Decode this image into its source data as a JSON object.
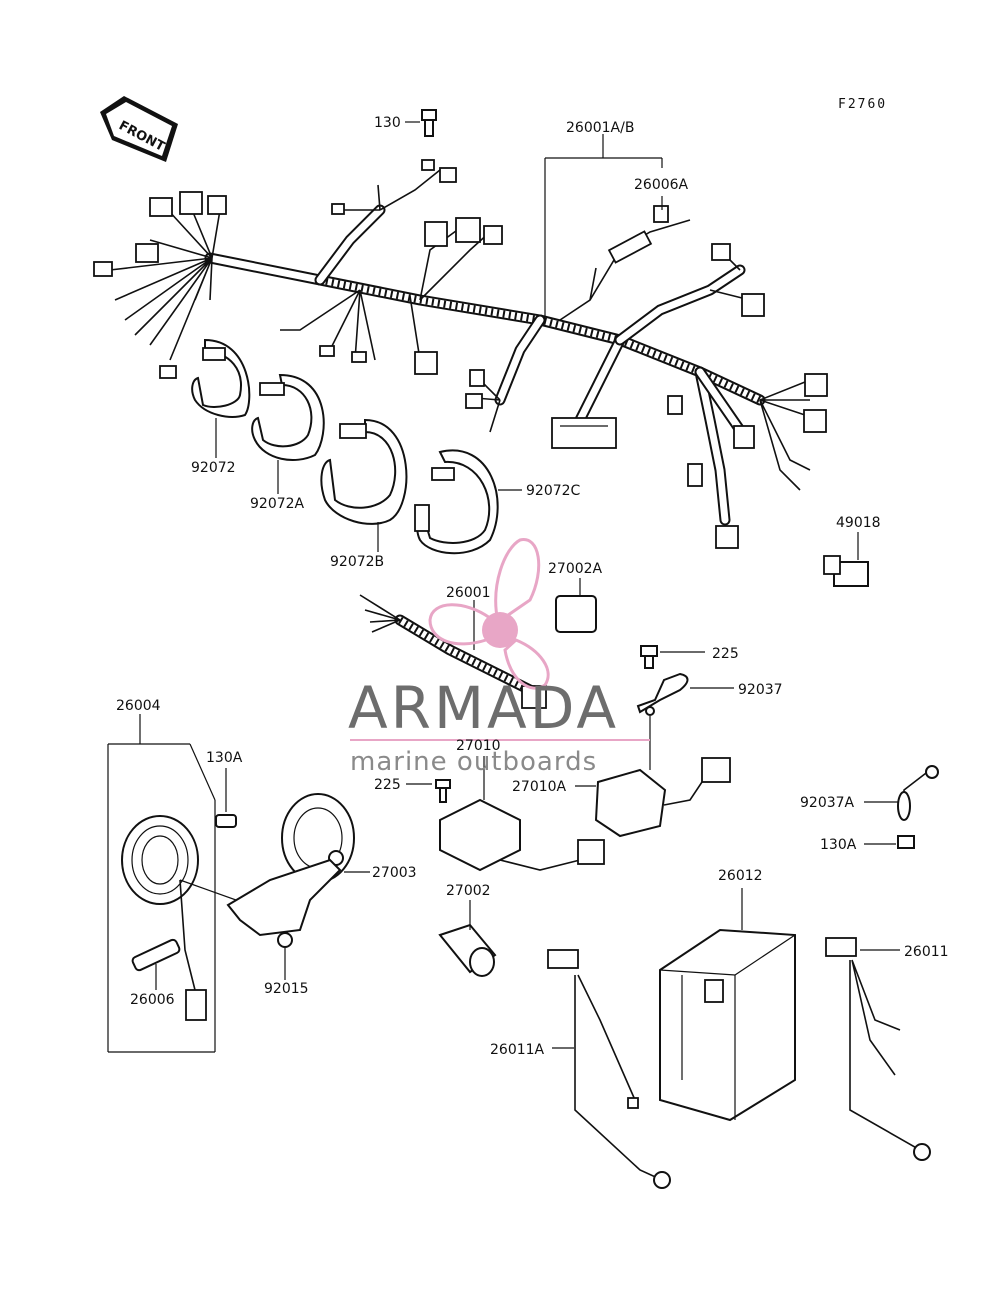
{
  "figure_code": "F2760",
  "front_label": "FRONT",
  "watermark": {
    "brand": "ARMADA",
    "tagline": "marine outboards",
    "colors": {
      "petal": "#e8a6c6",
      "text": "#6d6d6d",
      "line": "#e8a6c6"
    }
  },
  "parts": {
    "p130": "130",
    "p26001AB": "26001A/B",
    "p26006A": "26006A",
    "p92072": "92072",
    "p92072A": "92072A",
    "p92072B": "92072B",
    "p92072C": "92072C",
    "p49018": "49018",
    "p26001": "26001",
    "p27002A": "27002A",
    "p225a": "225",
    "p92037": "92037",
    "p26004": "26004",
    "p130A_left": "130A",
    "p27010": "27010",
    "p225b": "225",
    "p27010A": "27010A",
    "p92037A": "92037A",
    "p130A_right": "130A",
    "p27003": "27003",
    "p27002": "27002",
    "p26012": "26012",
    "p26011": "26011",
    "p92015": "92015",
    "p26006": "26006",
    "p26011A": "26011A"
  }
}
